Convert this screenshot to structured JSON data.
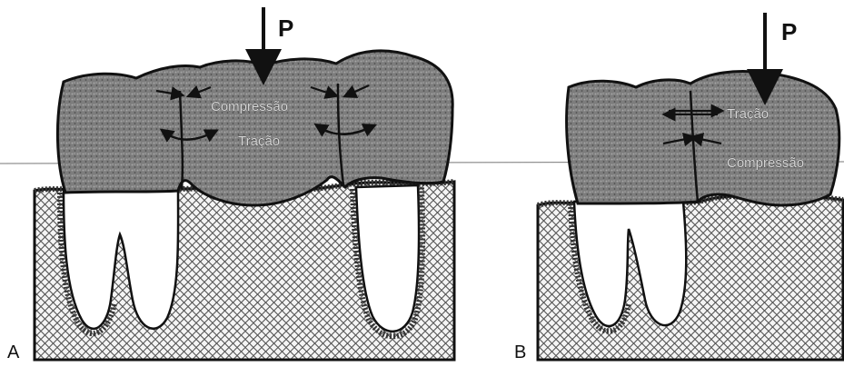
{
  "panels": [
    {
      "letter": "A",
      "force_label": "P",
      "labels": {
        "compression": "Compressão",
        "tension": "Tração"
      }
    },
    {
      "letter": "B",
      "force_label": "P",
      "labels": {
        "tension": "Tração",
        "compression": "Compressão"
      }
    }
  ],
  "colors": {
    "crown": "#7a7a7a",
    "bone_fill": "#eeeeee",
    "outline": "#111111",
    "root": "#ffffff"
  }
}
